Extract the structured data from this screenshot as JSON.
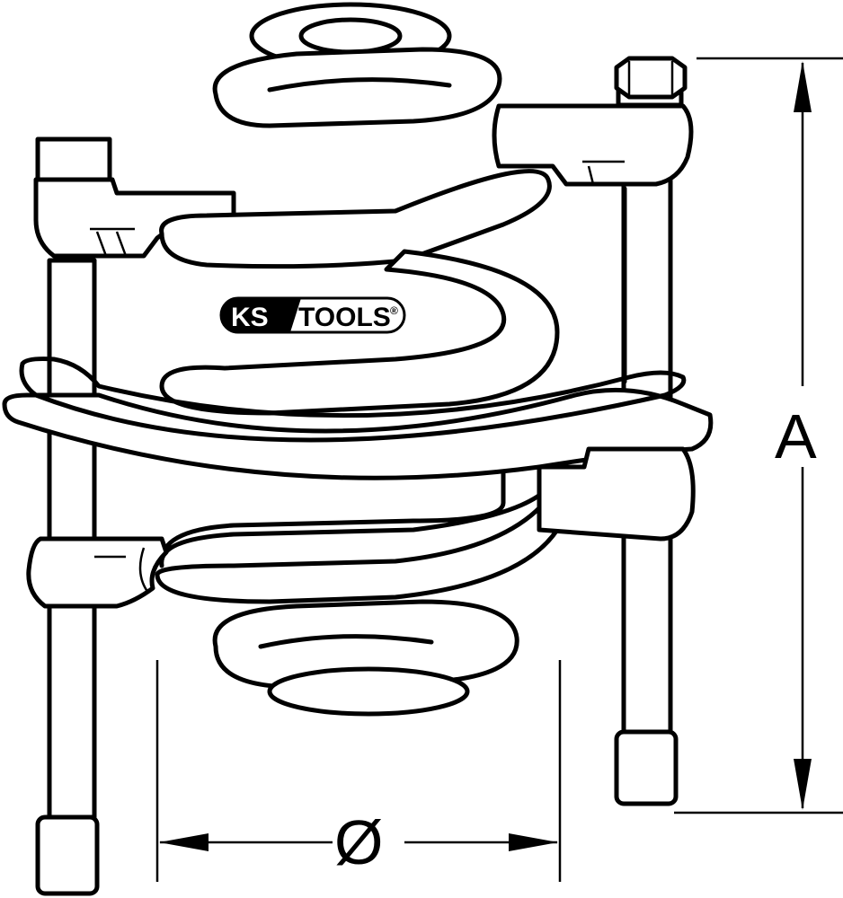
{
  "logo": {
    "brand_prefix": "KS",
    "brand_suffix": "TOOLS",
    "mark": "®"
  },
  "dimensions": {
    "height_label": "A",
    "diameter_label": "Ø"
  },
  "colors": {
    "line": "#000000",
    "background": "#ffffff"
  }
}
